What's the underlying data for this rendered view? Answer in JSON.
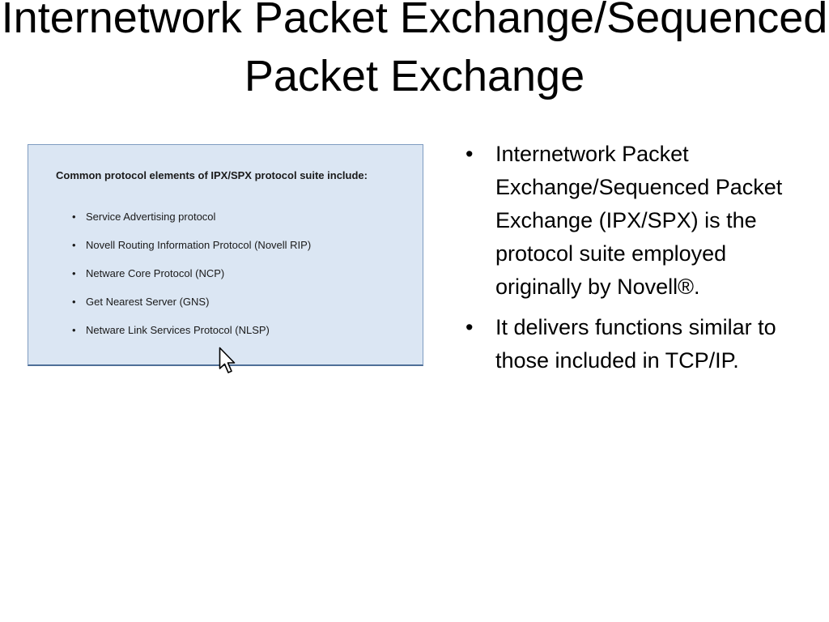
{
  "slide": {
    "title": "Internetwork Packet Exchange/Sequenced Packet Exchange"
  },
  "panel": {
    "heading": "Common protocol elements of IPX/SPX protocol suite include:",
    "items": [
      "Service Advertising protocol",
      "Novell Routing Information Protocol (Novell RIP)",
      "Netware Core Protocol (NCP)",
      "Get Nearest Server (GNS)",
      "Netware Link Services Protocol (NLSP)"
    ]
  },
  "bullets": [
    "Internetwork Packet Exchange/Sequenced Packet Exchange (IPX/SPX) is the protocol suite employed originally by Novell®.",
    "It delivers functions similar to those included in TCP/IP."
  ],
  "bullet_glyph": "•",
  "colors": {
    "panel_background": "#dbe6f3",
    "panel_border": "#7f9cc1"
  },
  "icons": {
    "cursor": "mouse-pointer-icon"
  }
}
